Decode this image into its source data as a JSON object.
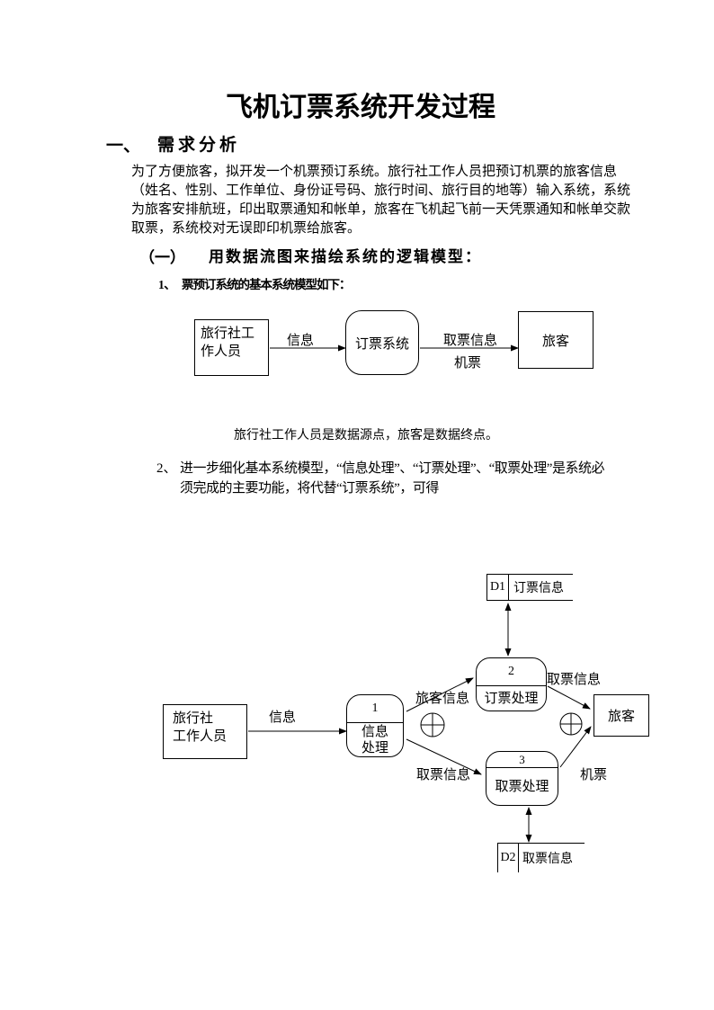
{
  "doc": {
    "title": "飞机订票系统开发过程",
    "s1_num": "一、",
    "s1_head": "需求分析",
    "para": [
      "为了方便旅客，拟开发一个机票预订系统。旅行社工作人员把预订机票的旅客信息",
      "（姓名、性别、工作单位、身份证号码、旅行时间、旅行目的地等）输入系统，系统",
      "为旅客安排航班，印出取票通知和帐单，旅客在飞机起飞前一天凭票通知和帐单交款",
      "取票，系统校对无误即印机票给旅客。"
    ],
    "ss1_num": "（一）",
    "ss1_head": "用数据流图来描绘系统的逻辑模型：",
    "item1_num": "1、",
    "item1_text": "票预订系统的基本系统模型如下：",
    "caption": "旅行社工作人员是数据源点，旅客是数据终点。",
    "item2_num": "2、",
    "item2_line1": "进一步细化基本系统模型，“信息处理”、“订票处理”、“取票处理”是系统必",
    "item2_line2": "须完成的主要功能，将代替“订票系统”，可得"
  },
  "diagram1": {
    "source_line1": "旅行社工",
    "source_line2": "作人员",
    "process": "订票系统",
    "sink": "旅客",
    "flow_info": "信息",
    "flow_ticket_info": "取票信息",
    "flow_ticket": "机票"
  },
  "diagram2": {
    "store1_id": "D1",
    "store1_name": "订票信息",
    "store2_id": "D2",
    "store2_name": "取票信息",
    "source_line1": "旅行社",
    "source_line2": "工作人员",
    "p1_num": "1",
    "p1_line1": "信息",
    "p1_line2": "处理",
    "p2_num": "2",
    "p2_name": "订票处理",
    "p3_num": "3",
    "p3_name": "取票处理",
    "sink": "旅客",
    "flow_info": "信息",
    "flow_passenger_info": "旅客信息",
    "flow_ticket_info_top": "取票信息",
    "flow_ticket_info_bottom": "取票信息",
    "flow_ticket": "机票"
  },
  "colors": {
    "ink": "#000000",
    "paper": "#ffffff"
  }
}
